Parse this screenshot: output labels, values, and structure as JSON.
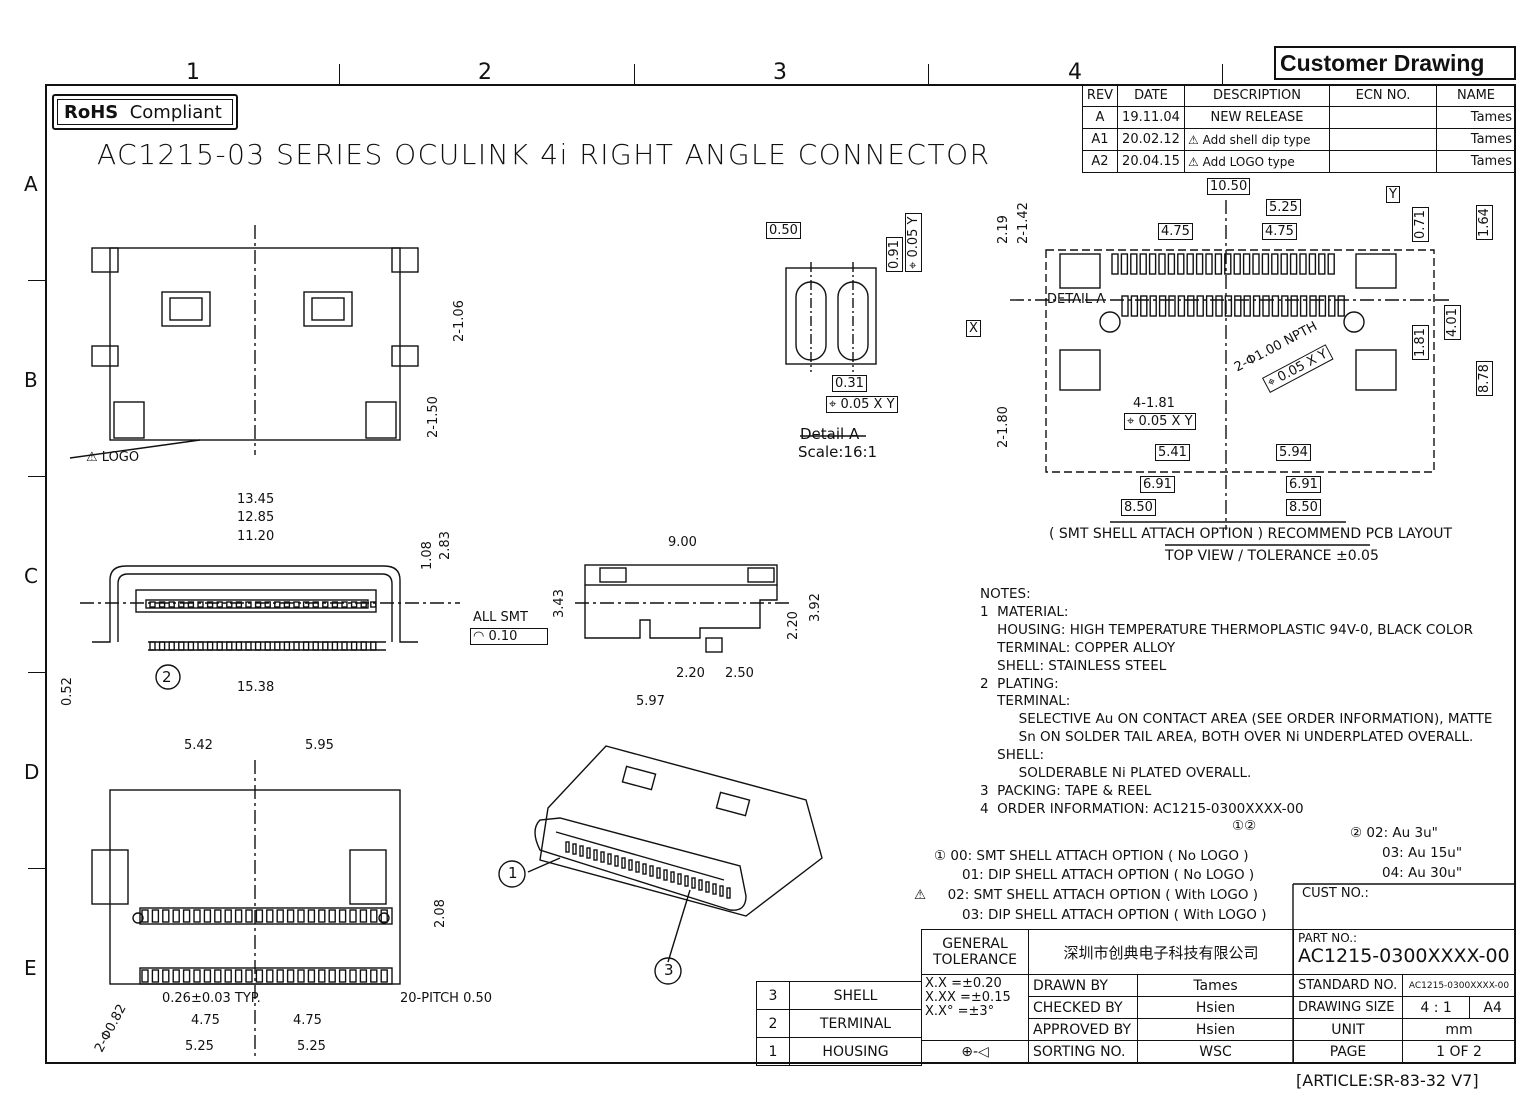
{
  "zones": {
    "cols": [
      "1",
      "2",
      "3",
      "4"
    ],
    "rows": [
      "A",
      "B",
      "C",
      "D",
      "E"
    ]
  },
  "header": {
    "rohs_bold": "RoHS",
    "rohs_text": "Compliant",
    "title": "AC1215-03 SERIES OCULINK 4i RIGHT ANGLE CONNECTOR",
    "customer_drawing": "Customer Drawing"
  },
  "revisions": {
    "headers": [
      "REV",
      "DATE",
      "DESCRIPTION",
      "ECN NO.",
      "NAME"
    ],
    "rows": [
      {
        "rev": "A",
        "date": "19.11.04",
        "desc": "NEW RELEASE",
        "ecn": "",
        "name": "Tames"
      },
      {
        "rev": "A1",
        "date": "20.02.12",
        "desc": "Add shell dip type",
        "ecn": "",
        "name": "Tames"
      },
      {
        "rev": "A2",
        "date": "20.04.15",
        "desc": "Add LOGO type",
        "ecn": "",
        "name": "Tames"
      }
    ]
  },
  "views": {
    "logo_label": "LOGO",
    "detail_a_label": "DETAIL A",
    "detail_a_title": "Detail A",
    "detail_a_scale": "Scale:16:1",
    "pcb_caption": "( SMT SHELL ATTACH OPTION ) RECOMMEND PCB LAYOUT",
    "pcb_sub": "TOP VIEW / TOLERANCE ±0.05",
    "all_smt": "ALL SMT",
    "flatness": "0.10",
    "pitch": "20-PITCH 0.50",
    "typ": "0.26±0.03 TYP.",
    "npth": "2-Φ1.00 NPTH",
    "dia082": "2-Φ0.82",
    "pad_count": "4-1.81",
    "datum_x": "X",
    "datum_y": "Y",
    "tol_pos": "0.05"
  },
  "dims": {
    "top_view": [
      "2-1.06",
      "2-1.50"
    ],
    "front_view": [
      "13.45",
      "12.85",
      "11.20",
      "1.08",
      "2.83",
      "15.38",
      "0.52"
    ],
    "side_view": [
      "9.00",
      "3.43",
      "2.20",
      "3.92",
      "2.20",
      "2.50",
      "5.97"
    ],
    "bottom_view": [
      "5.42",
      "5.95",
      "2.08",
      "4.75",
      "4.75",
      "5.25",
      "5.25"
    ],
    "detail": [
      "0.50",
      "0.91",
      "0.31"
    ],
    "pcb": [
      "10.50",
      "5.25",
      "4.75",
      "4.75",
      "2.19",
      "2-1.42",
      "0.71",
      "1.64",
      "4.01",
      "1.81",
      "8.78",
      "2-1.80",
      "5.41",
      "5.94",
      "6.91",
      "6.91",
      "8.50",
      "8.50"
    ]
  },
  "notes": {
    "heading": "NOTES:",
    "lines": [
      "1  MATERIAL:",
      "    HOUSING: HIGH TEMPERATURE THERMOPLASTIC 94V-0, BLACK COLOR",
      "    TERMINAL: COPPER ALLOY",
      "    SHELL: STAINLESS STEEL",
      "2  PLATING:",
      "    TERMINAL:",
      "         SELECTIVE Au ON CONTACT AREA (SEE ORDER INFORMATION), MATTE",
      "         Sn ON SOLDER TAIL AREA, BOTH OVER Ni UNDERPLATED OVERALL.",
      "    SHELL:",
      "         SOLDERABLE Ni PLATED OVERALL.",
      "3  PACKING: TAPE & REEL",
      "4  ORDER INFORMATION: AC1215-0300XXXX-00"
    ],
    "order_marks": "①②"
  },
  "options_1": [
    "00: SMT SHELL ATTACH OPTION ( No LOGO )",
    "01: DIP SHELL ATTACH OPTION ( No LOGO )",
    "02: SMT SHELL ATTACH OPTION ( With LOGO )",
    "03: DIP SHELL ATTACH OPTION ( With LOGO )"
  ],
  "options_2": [
    "02: Au 3u\"",
    "03: Au 15u\"",
    "04: Au 30u\""
  ],
  "bom": [
    {
      "no": "3",
      "part": "SHELL"
    },
    {
      "no": "2",
      "part": "TERMINAL"
    },
    {
      "no": "1",
      "part": "HOUSING"
    }
  ],
  "title_block": {
    "general_tolerance": "GENERAL TOLERANCE",
    "tol": [
      [
        "X.X",
        "=±0.20"
      ],
      [
        "X.XX",
        "=±0.15"
      ],
      [
        "X.X°",
        "=±3°"
      ]
    ],
    "company": "深圳市创典电子科技有限公司",
    "drawn_by_label": "DRAWN BY",
    "drawn_by": "Tames",
    "checked_by_label": "CHECKED BY",
    "checked_by": "Hsien",
    "approved_by_label": "APPROVED BY",
    "approved_by": "Hsien",
    "sorting_label": "SORTING NO.",
    "sorting": "WSC",
    "cust_no_label": "CUST NO.:",
    "part_no_label": "PART NO.:",
    "part_no": "AC1215-0300XXXX-00",
    "standard_label": "STANDARD NO.",
    "standard": "AC1215-0300XXXX-00",
    "size_label": "DRAWING SIZE",
    "scale": "4 : 1",
    "size": "A4",
    "unit_label": "UNIT",
    "unit": "mm",
    "page_label": "PAGE",
    "page": "1 OF 2"
  },
  "article": "[ARTICLE:SR-83-32 V7]",
  "balloons": [
    "1",
    "2",
    "3"
  ]
}
